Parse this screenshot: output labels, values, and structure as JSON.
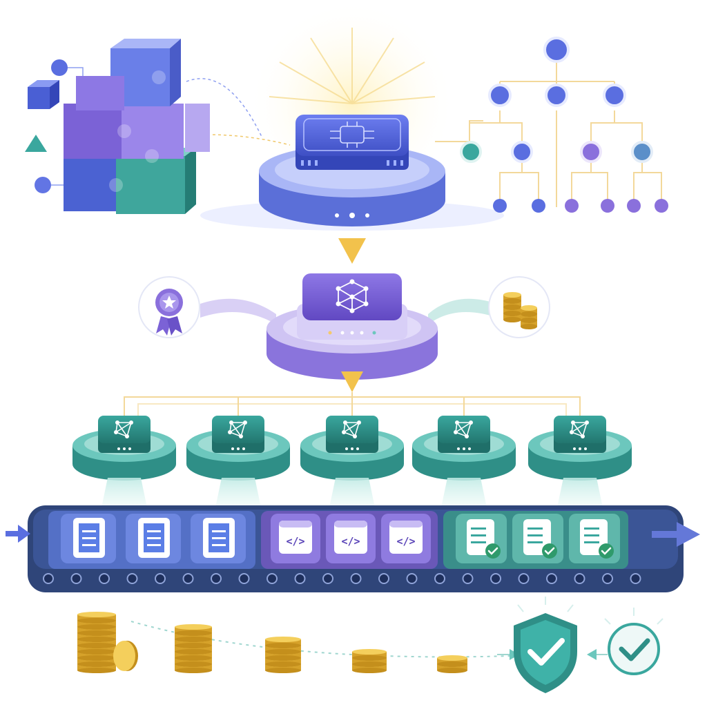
{
  "colors": {
    "blue": "#4f63d6",
    "blue_light": "#7f8ff0",
    "purple": "#7b62d6",
    "purple_light": "#a996ec",
    "teal": "#2f9a92",
    "teal_light": "#6cc7bd",
    "gold": "#e8b93c",
    "gold_dark": "#b8861a",
    "belt": "#334a82",
    "line_gold": "#f3d89a"
  },
  "code_glyph": "</>",
  "scenes": {
    "top": {
      "left": "puzzle-blocks",
      "center": "main-processor-chip",
      "right": "hierarchy-tree"
    },
    "middle": {
      "left": "award-ribbon",
      "center": "network-hub-chip",
      "right": "coin-stack"
    },
    "workers": {
      "count": 5,
      "icon": "network-icon"
    },
    "conveyor": {
      "groups": [
        {
          "kind": "document",
          "count": 3
        },
        {
          "kind": "code",
          "count": 3
        },
        {
          "kind": "verified-document",
          "count": 3
        }
      ]
    },
    "bottom": {
      "coin_stacks": [
        9,
        7,
        5,
        3,
        2
      ],
      "shield": "check",
      "badge": "check"
    }
  }
}
